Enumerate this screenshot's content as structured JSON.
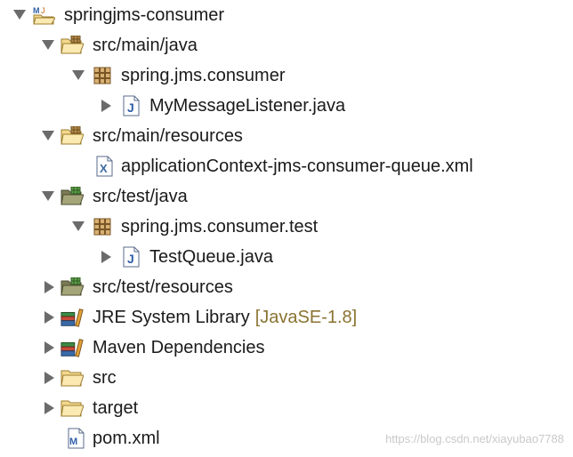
{
  "tree": {
    "rows": [
      {
        "label": "springjms-consumer",
        "icon": "maven-project-icon",
        "twisty": "expanded"
      },
      {
        "label": "src/main/java",
        "icon": "source-folder-icon",
        "twisty": "expanded"
      },
      {
        "label": "spring.jms.consumer",
        "icon": "package-icon",
        "twisty": "expanded"
      },
      {
        "label": "MyMessageListener.java",
        "icon": "java-file-icon",
        "twisty": "collapsed"
      },
      {
        "label": "src/main/resources",
        "icon": "source-folder-icon",
        "twisty": "expanded"
      },
      {
        "label": "applicationContext-jms-consumer-queue.xml",
        "icon": "xml-file-icon",
        "twisty": "none"
      },
      {
        "label": "src/test/java",
        "icon": "test-source-folder-icon",
        "twisty": "expanded"
      },
      {
        "label": "spring.jms.consumer.test",
        "icon": "package-icon",
        "twisty": "expanded"
      },
      {
        "label": "TestQueue.java",
        "icon": "java-file-icon",
        "twisty": "collapsed"
      },
      {
        "label": "src/test/resources",
        "icon": "test-source-folder-icon",
        "twisty": "collapsed"
      },
      {
        "label": "JRE System Library",
        "decoration": "[JavaSE-1.8]",
        "icon": "library-icon",
        "twisty": "collapsed"
      },
      {
        "label": "Maven Dependencies",
        "icon": "library-icon",
        "twisty": "collapsed"
      },
      {
        "label": "src",
        "icon": "folder-icon",
        "twisty": "collapsed"
      },
      {
        "label": "target",
        "icon": "folder-icon",
        "twisty": "collapsed"
      },
      {
        "label": "pom.xml",
        "icon": "pom-file-icon",
        "twisty": "none"
      }
    ]
  },
  "watermark": "https://blog.csdn.net/xiayubao7788",
  "colors": {
    "decoration": "#8a7331",
    "twisty": "#6b6b6b",
    "folder": "#f3d98f",
    "java_blue": "#2f5fa8"
  }
}
